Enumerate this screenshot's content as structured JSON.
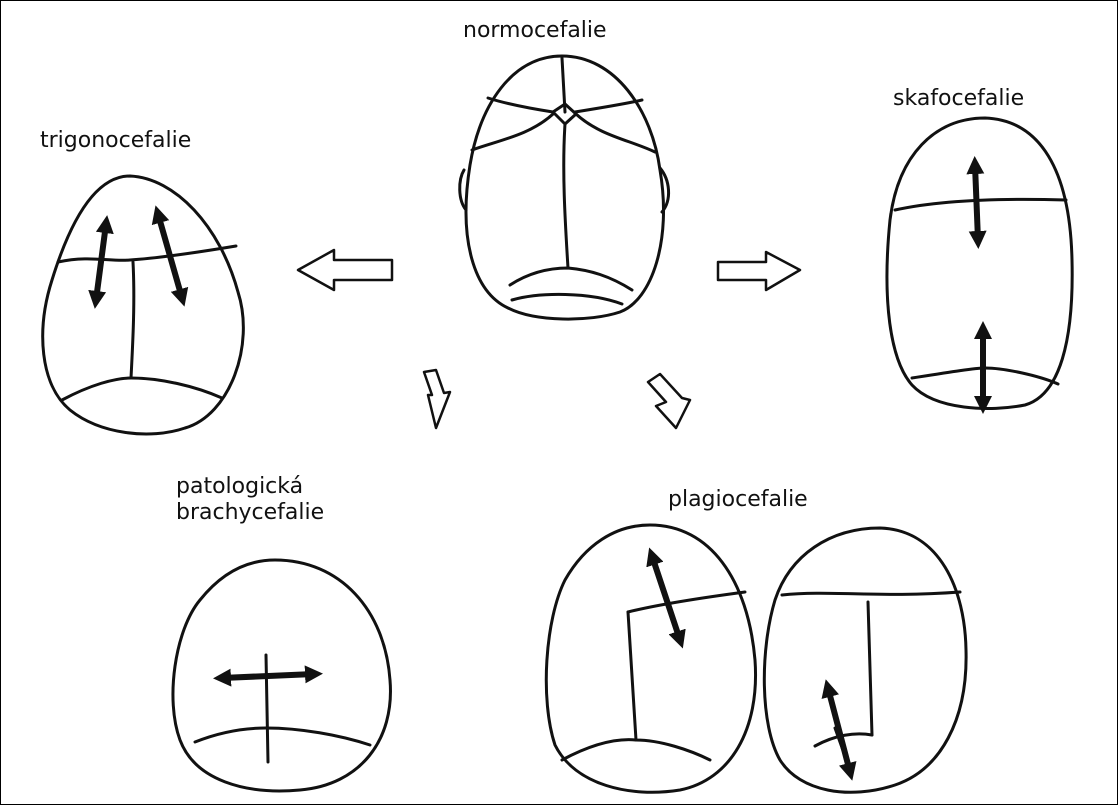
{
  "labels": {
    "normocefalie": "normocefalie",
    "trigonocefalie": "trigonocefalie",
    "skafocefalie": "skafocefalie",
    "brachycefalie_line1": "patologická",
    "brachycefalie_line2": "brachycefalie",
    "plagiocefalie": "plagiocefalie"
  }
}
